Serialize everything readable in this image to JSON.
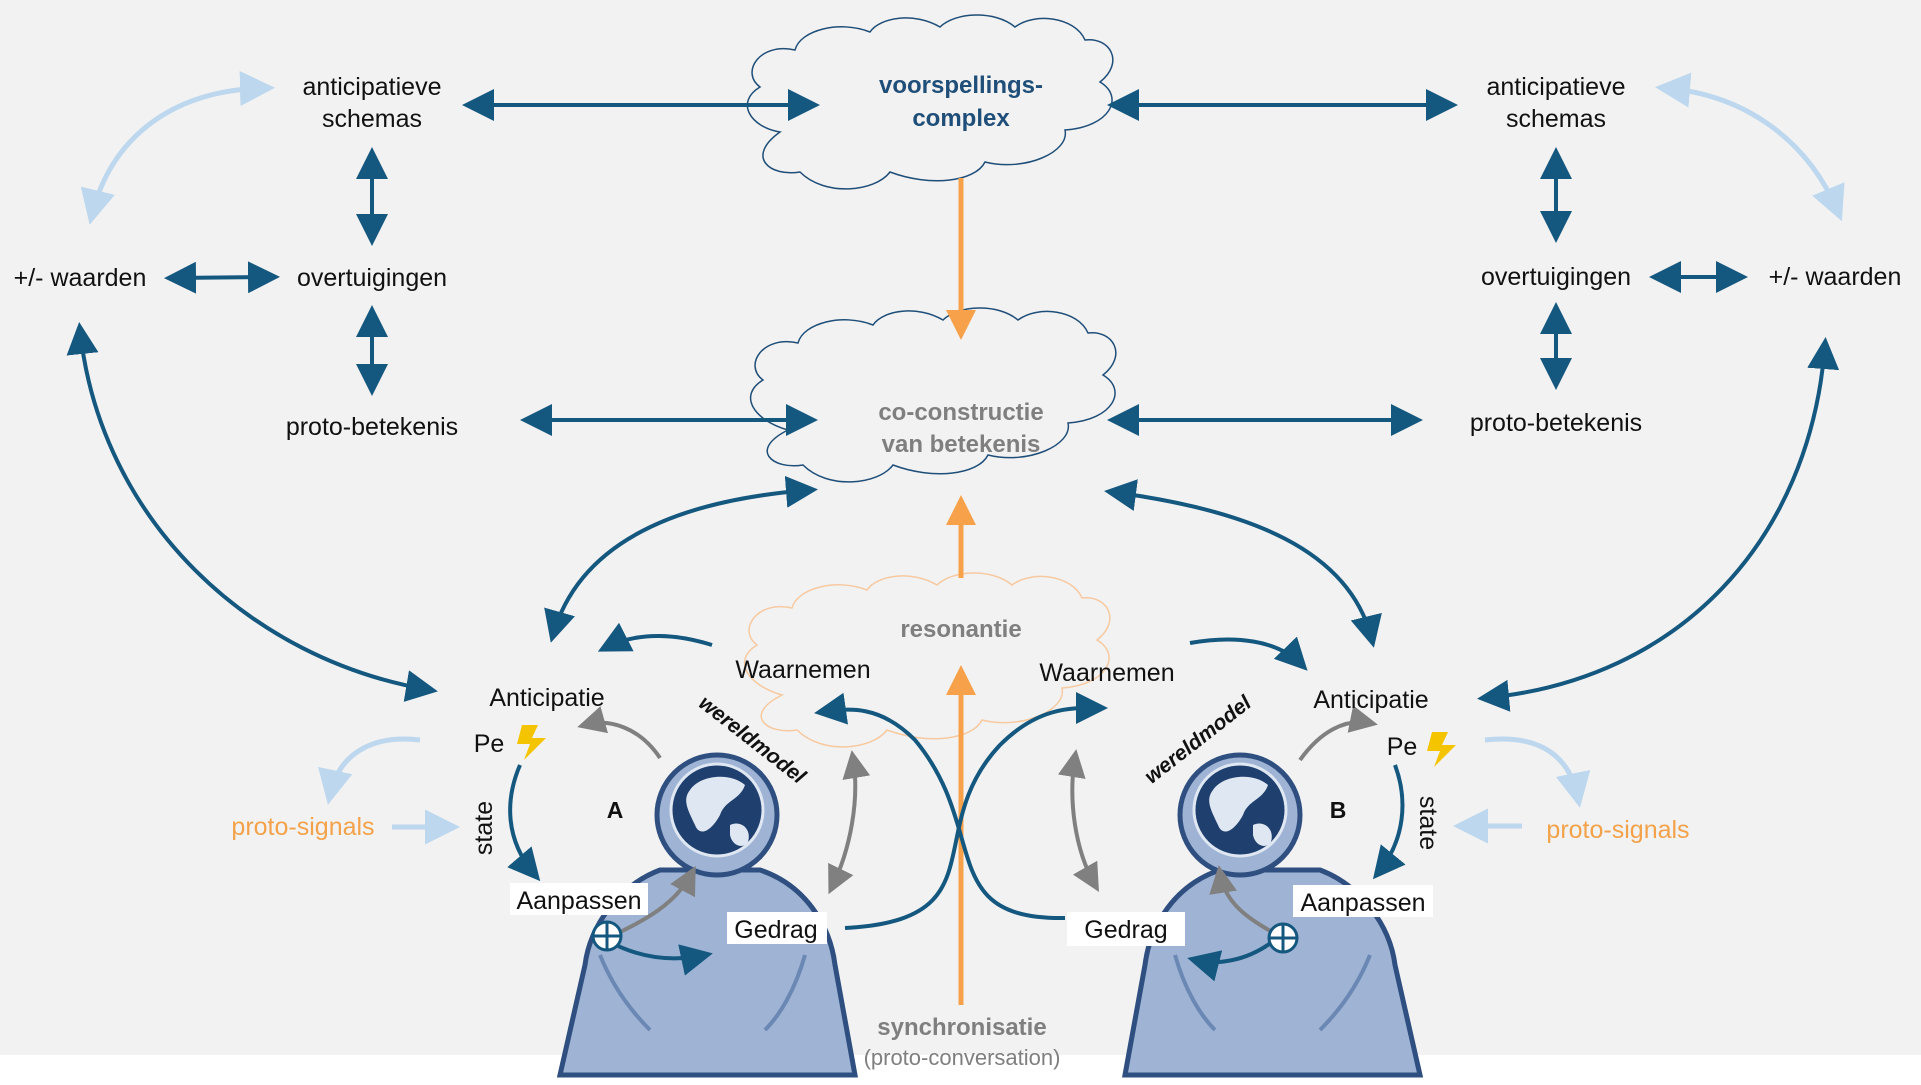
{
  "clouds": {
    "prediction": [
      "voorspellings-",
      "complex"
    ],
    "coconstruction": [
      "co-constructie",
      "van betekenis"
    ],
    "resonance": "resonantie"
  },
  "left": {
    "schemas": [
      "anticipatieve",
      "schemas"
    ],
    "values": "+/- waarden",
    "beliefs": "overtuigingen",
    "proto_meaning": "proto-betekenis",
    "anticipation": "Anticipatie",
    "perceive": "Waarnemen",
    "pe": "Pe",
    "state": "state",
    "adapt": "Aanpassen",
    "behaviour": "Gedrag",
    "proto_signals": "proto-signals",
    "person_letter": "A",
    "world_model": "wereldmodel"
  },
  "right": {
    "schemas": [
      "anticipatieve",
      "schemas"
    ],
    "values": "+/- waarden",
    "beliefs": "overtuigingen",
    "proto_meaning": "proto-betekenis",
    "anticipation": "Anticipatie",
    "perceive": "Waarnemen",
    "pe": "Pe",
    "state": "state",
    "adapt": "Aanpassen",
    "behaviour": "Gedrag",
    "proto_signals": "proto-signals",
    "person_letter": "B",
    "world_model": "wereldmodel"
  },
  "bottom": {
    "sync": "synchronisatie",
    "sync_sub": "(proto-conversation)"
  },
  "colors": {
    "background": "#f2f2f2",
    "dark_arrow": "#14577f",
    "light_arrow": "#bcd7ee",
    "grey_arrow": "#808080",
    "orange": "#f7a14a",
    "person_body": "#9fb4d4",
    "person_outline": "#2e4f80",
    "globe": "#1f3f6e"
  },
  "icons": [
    "lightning-icon",
    "plus-circle-icon",
    "globe-icon",
    "person-icon"
  ]
}
